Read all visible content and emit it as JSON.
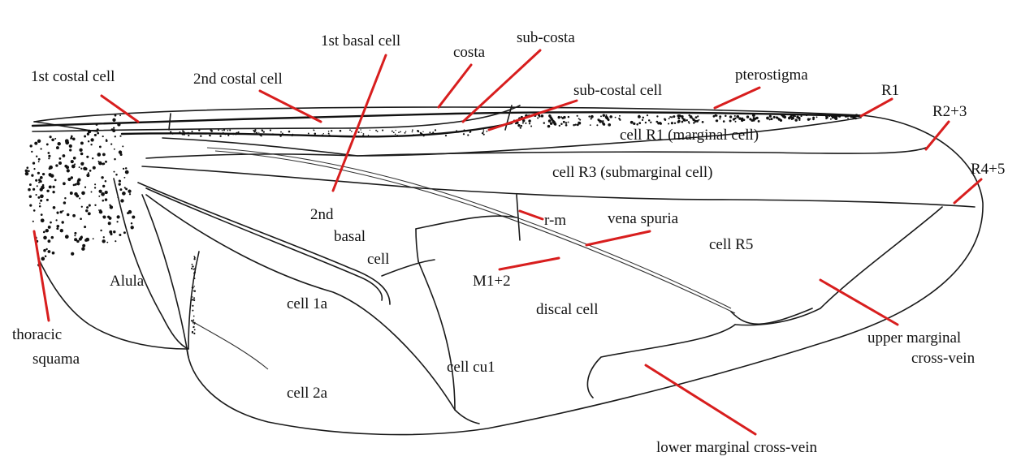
{
  "labels": {
    "first_costal_cell": "1st costal cell",
    "second_costal_cell": "2nd costal cell",
    "first_basal_cell": "1st basal cell",
    "costa": "costa",
    "sub_costa": "sub-costa",
    "sub_costal_cell": "sub-costal cell",
    "pterostigma": "pterostigma",
    "r1": "R1",
    "r2_3": "R2+3",
    "r4_5": "R4+5",
    "cell_r1": "cell R1 (marginal cell)",
    "cell_r3": "cell R3 (submarginal cell)",
    "r_m": "r-m",
    "vena_spuria": "vena spuria",
    "cell_r5": "cell R5",
    "second_basal_cell_1": "2nd",
    "second_basal_cell_2": "basal",
    "second_basal_cell_3": "cell",
    "m1_2": "M1+2",
    "alula": "Alula",
    "cell_1a": "cell 1a",
    "discal_cell": "discal cell",
    "upper_marginal_cross_vein_1": "upper marginal",
    "upper_marginal_cross_vein_2": "cross-vein",
    "thoracic_squama_1": "thoracic",
    "thoracic_squama_2": "squama",
    "cell_cu1": "cell cu1",
    "cell_2a": "cell 2a",
    "lower_marginal_cross_vein": "lower marginal cross-vein"
  },
  "colors": {
    "leader": "#d81e1e",
    "vein": "#1a1a1a",
    "background": "#ffffff"
  }
}
